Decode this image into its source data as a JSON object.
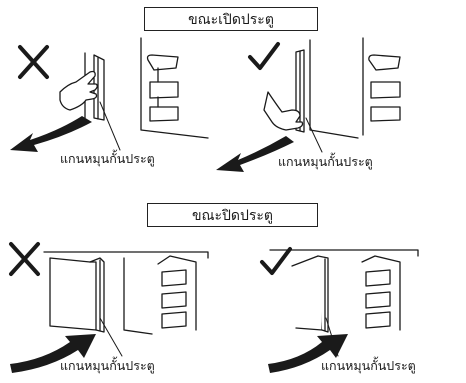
{
  "figure": {
    "opening_title": "ขณะเปิดประตู",
    "closing_title": "ขณะปิดประตู",
    "callout": "แกนหมุนกั้นประตู"
  },
  "panels": [
    {
      "id": "open-wrong",
      "status": "incorrect",
      "status_icon": "cross-icon"
    },
    {
      "id": "open-right",
      "status": "correct",
      "status_icon": "check-icon"
    },
    {
      "id": "close-wrong",
      "status": "incorrect",
      "status_icon": "cross-icon"
    },
    {
      "id": "close-right",
      "status": "correct",
      "status_icon": "check-icon"
    }
  ],
  "colors": {
    "ink": "#1a1a1a",
    "background": "#ffffff"
  }
}
